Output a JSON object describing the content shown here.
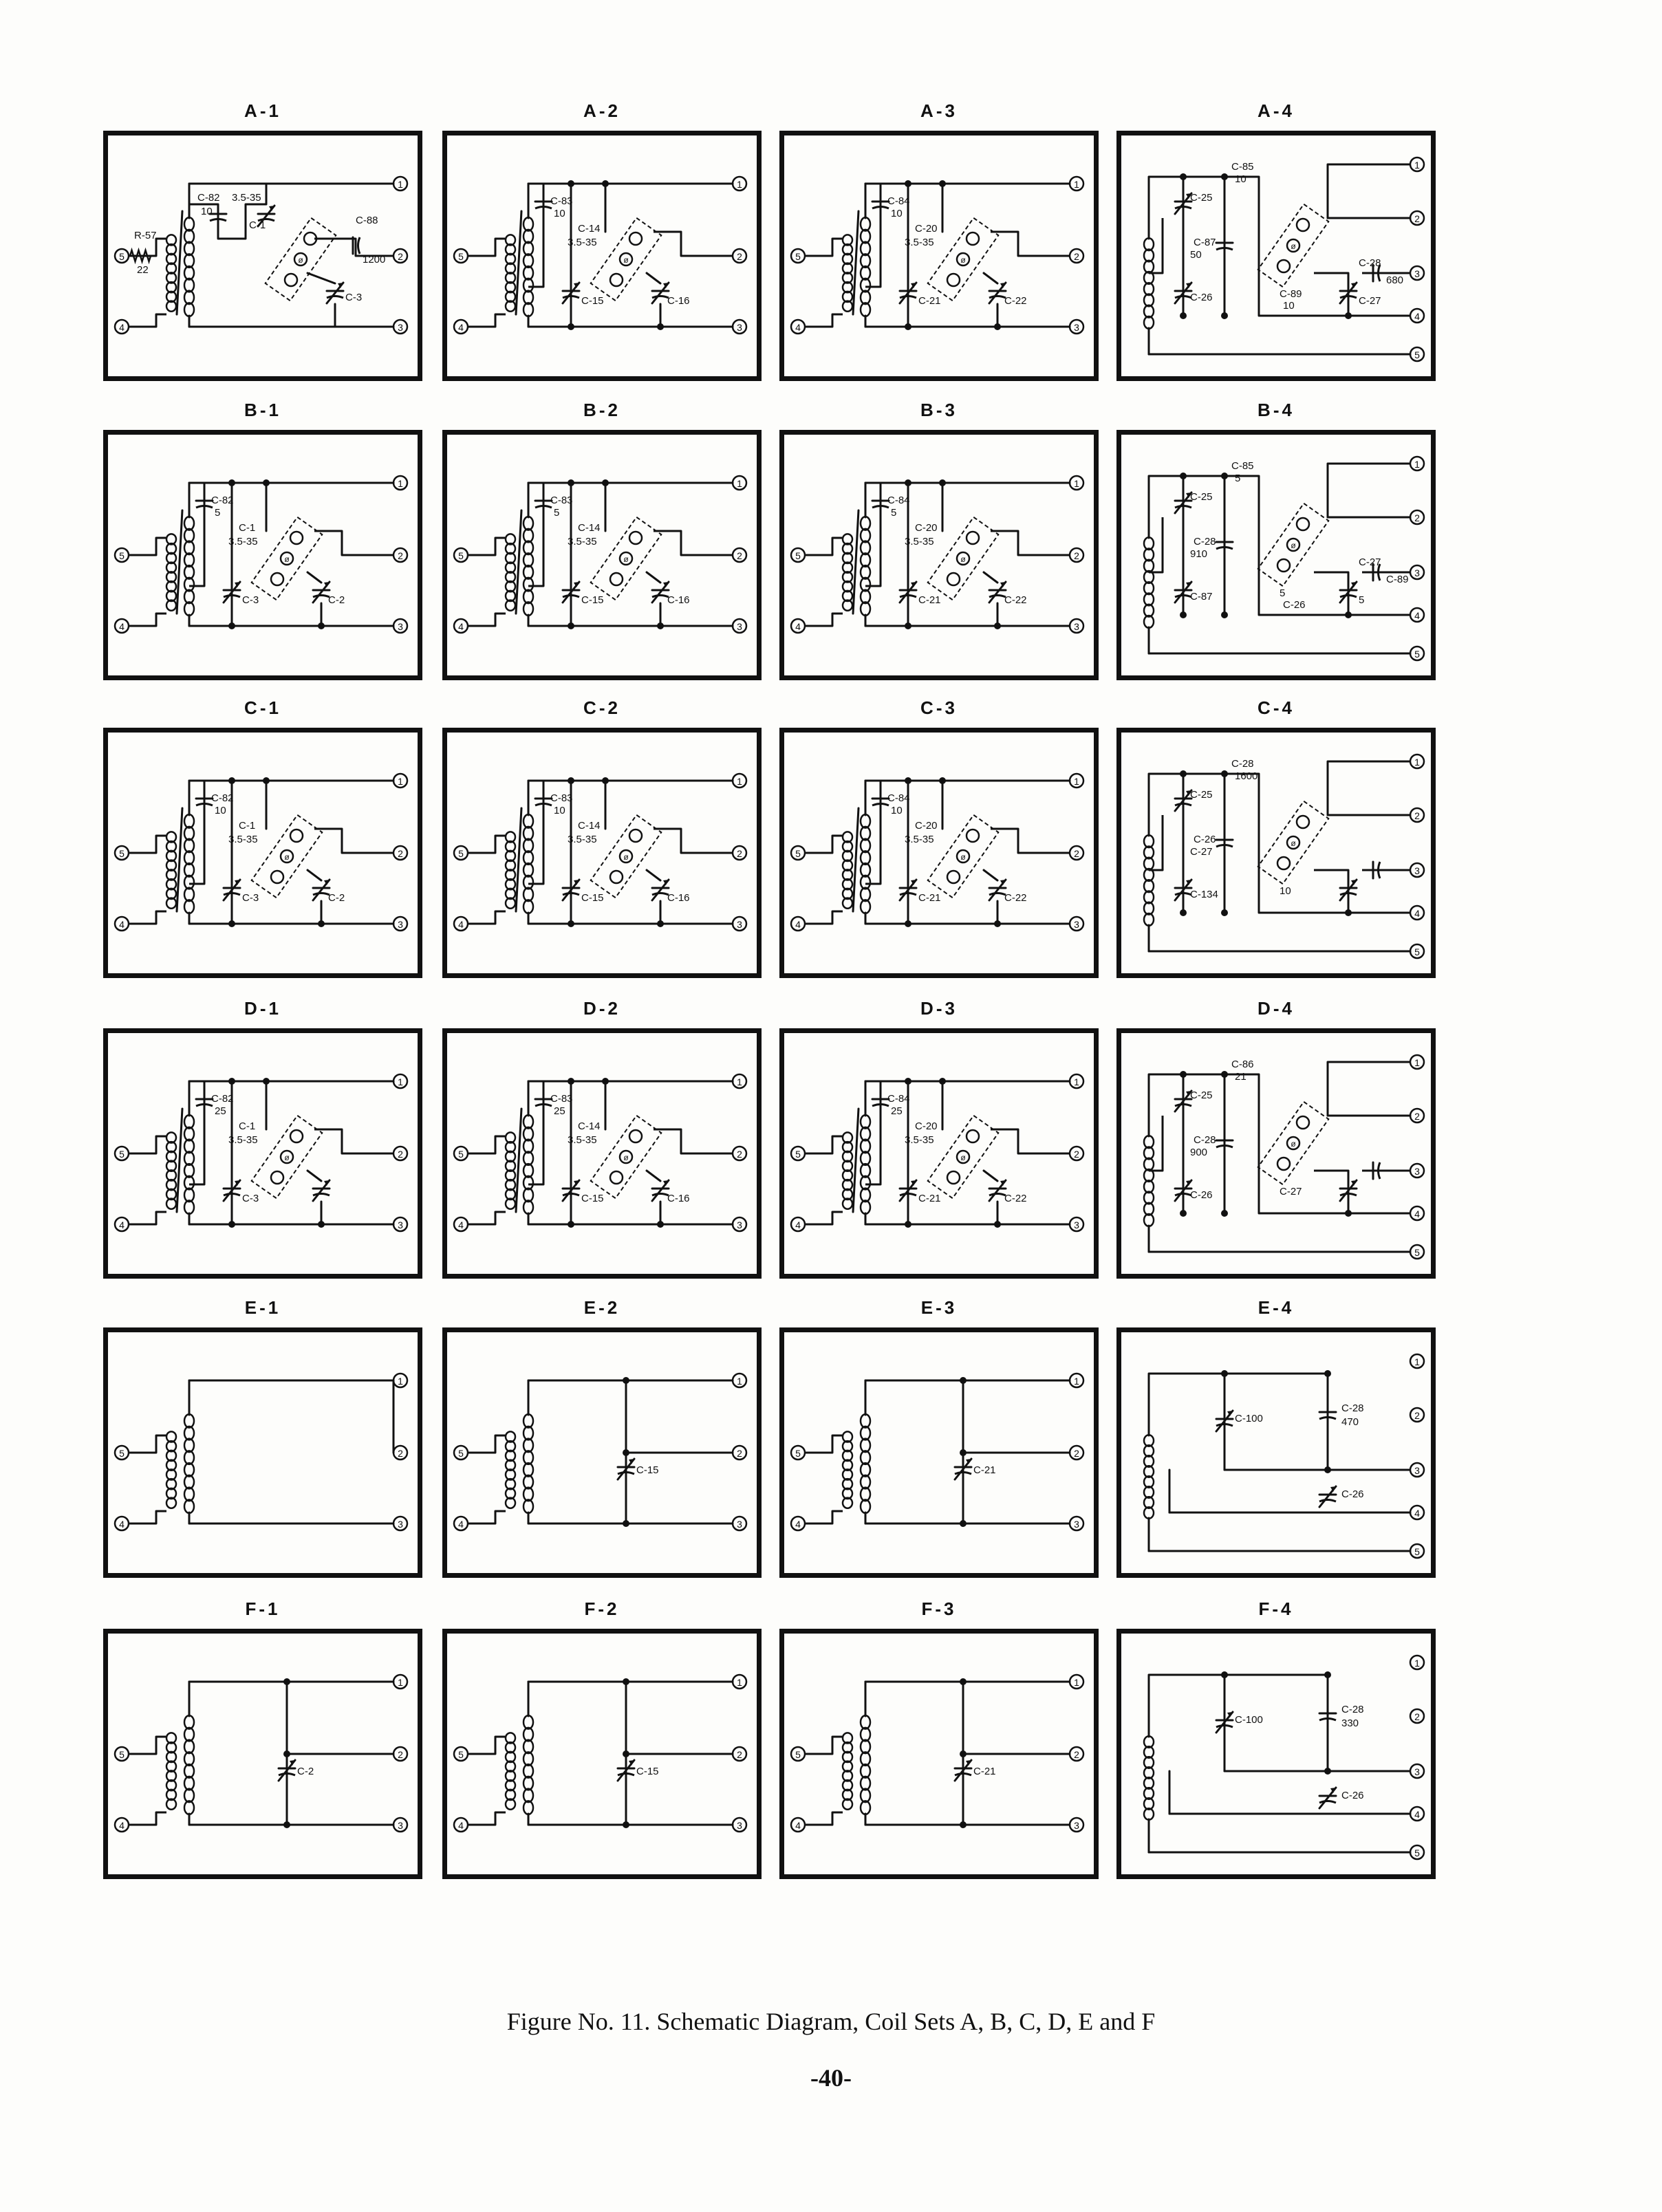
{
  "panels": [
    {
      "title": "A-1",
      "parts": [
        "R-57",
        "22",
        "C-82",
        "10",
        "3.5-35",
        "C-1",
        "C-88",
        "1200",
        "C-3"
      ],
      "terminals": [
        "1",
        "2",
        "3",
        "4",
        "5"
      ]
    },
    {
      "title": "A-2",
      "parts": [
        "C-83",
        "10",
        "C-14",
        "3.5-35",
        "C-15",
        "C-16"
      ],
      "terminals": [
        "1",
        "2",
        "3",
        "4",
        "5"
      ]
    },
    {
      "title": "A-3",
      "parts": [
        "C-84",
        "10",
        "C-20",
        "3.5-35",
        "C-21",
        "C-22"
      ],
      "terminals": [
        "1",
        "2",
        "3",
        "4",
        "5"
      ]
    },
    {
      "title": "A-4",
      "parts": [
        "C-25",
        "C-85",
        "10",
        "C-87",
        "50",
        "C-26",
        "C-89",
        "10",
        "C-28",
        "680",
        "C-27"
      ],
      "terminals": [
        "1",
        "2",
        "3",
        "4",
        "5"
      ]
    },
    {
      "title": "B-1",
      "parts": [
        "C-82",
        "5",
        "C-1",
        "3.5-35",
        "C-3",
        "C-2"
      ],
      "terminals": [
        "1",
        "2",
        "3",
        "4",
        "5"
      ]
    },
    {
      "title": "B-2",
      "parts": [
        "C-83",
        "5",
        "C-14",
        "3.5-35",
        "C-15",
        "C-16"
      ],
      "terminals": [
        "1",
        "2",
        "3",
        "4",
        "5"
      ]
    },
    {
      "title": "B-3",
      "parts": [
        "C-84",
        "5",
        "C-20",
        "3.5-35",
        "C-21",
        "C-22"
      ],
      "terminals": [
        "1",
        "2",
        "3",
        "4",
        "5"
      ]
    },
    {
      "title": "B-4",
      "parts": [
        "C-25",
        "C-85",
        "5",
        "C-28",
        "910",
        "C-87",
        "5",
        "C-26",
        "C-27",
        "C-89",
        "5"
      ],
      "terminals": [
        "1",
        "2",
        "3",
        "4",
        "5"
      ]
    },
    {
      "title": "C-1",
      "parts": [
        "C-82",
        "10",
        "C-1",
        "3.5-35",
        "C-3",
        "C-2"
      ],
      "terminals": [
        "1",
        "2",
        "3",
        "4",
        "5"
      ]
    },
    {
      "title": "C-2",
      "parts": [
        "C-83",
        "10",
        "C-14",
        "3.5-35",
        "C-15",
        "C-16"
      ],
      "terminals": [
        "1",
        "2",
        "3",
        "4",
        "5"
      ]
    },
    {
      "title": "C-3",
      "parts": [
        "C-84",
        "10",
        "C-20",
        "3.5-35",
        "C-21",
        "C-22"
      ],
      "terminals": [
        "1",
        "2",
        "3",
        "4",
        "5"
      ]
    },
    {
      "title": "C-4",
      "parts": [
        "C-25",
        "C-28",
        "1600",
        "C-26",
        "C-27",
        "C-134",
        "10"
      ],
      "terminals": [
        "1",
        "2",
        "3",
        "4",
        "5"
      ]
    },
    {
      "title": "D-1",
      "parts": [
        "C-82",
        "25",
        "C-1",
        "3.5-35",
        "C-3"
      ],
      "terminals": [
        "1",
        "2",
        "3",
        "4",
        "5"
      ]
    },
    {
      "title": "D-2",
      "parts": [
        "C-83",
        "25",
        "C-14",
        "3.5-35",
        "C-15",
        "C-16"
      ],
      "terminals": [
        "1",
        "2",
        "3",
        "4",
        "5"
      ]
    },
    {
      "title": "D-3",
      "parts": [
        "C-84",
        "25",
        "C-20",
        "3.5-35",
        "C-21",
        "C-22"
      ],
      "terminals": [
        "1",
        "2",
        "3",
        "4",
        "5"
      ]
    },
    {
      "title": "D-4",
      "parts": [
        "C-25",
        "C-86",
        "21",
        "C-28",
        "900",
        "C-26",
        "C-27"
      ],
      "terminals": [
        "1",
        "2",
        "3",
        "4",
        "5"
      ]
    },
    {
      "title": "E-1",
      "parts": [],
      "terminals": [
        "1",
        "2",
        "3",
        "4",
        "5"
      ]
    },
    {
      "title": "E-2",
      "parts": [
        "C-15"
      ],
      "terminals": [
        "1",
        "2",
        "3",
        "4",
        "5"
      ]
    },
    {
      "title": "E-3",
      "parts": [
        "C-21"
      ],
      "terminals": [
        "1",
        "2",
        "3",
        "4",
        "5"
      ]
    },
    {
      "title": "E-4",
      "parts": [
        "C-100",
        "C-28",
        "470",
        "C-26"
      ],
      "terminals": [
        "1",
        "2",
        "3",
        "4",
        "5"
      ]
    },
    {
      "title": "F-1",
      "parts": [
        "C-2"
      ],
      "terminals": [
        "1",
        "2",
        "3",
        "4",
        "5"
      ]
    },
    {
      "title": "F-2",
      "parts": [
        "C-15"
      ],
      "terminals": [
        "1",
        "2",
        "3",
        "4",
        "5"
      ]
    },
    {
      "title": "F-3",
      "parts": [
        "C-21"
      ],
      "terminals": [
        "1",
        "2",
        "3",
        "4",
        "5"
      ]
    },
    {
      "title": "F-4",
      "parts": [
        "C-100",
        "C-28",
        "330",
        "C-26"
      ],
      "terminals": [
        "1",
        "2",
        "3",
        "4",
        "5"
      ]
    }
  ],
  "caption": "Figure No. 11.  Schematic Diagram, Coil Sets A, B, C, D, E and F",
  "page_number": "-40-"
}
